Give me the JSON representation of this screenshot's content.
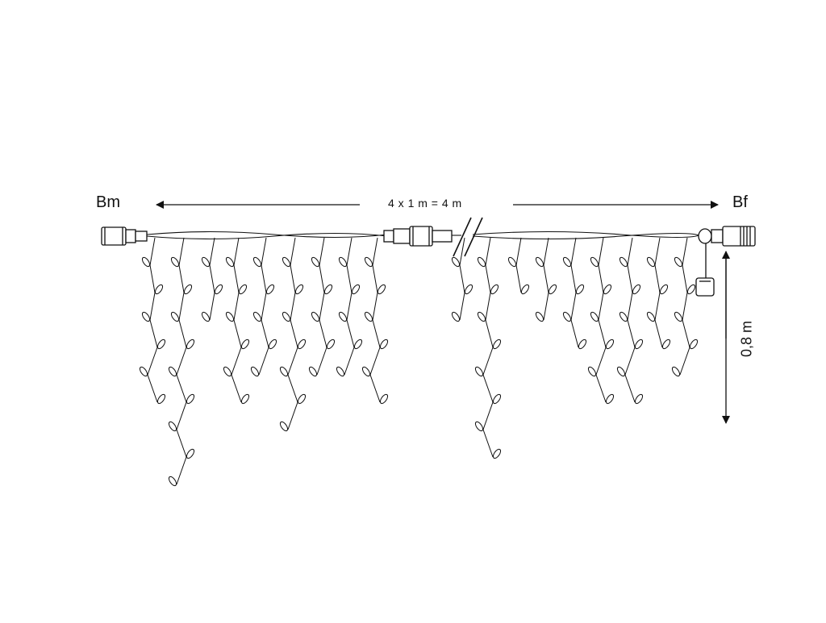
{
  "labels": {
    "left_connector": "Bm",
    "right_connector": "Bf",
    "total_length": "4 x 1 m = 4  m",
    "drop_height": "0,8 m"
  },
  "icons": [
    "arrow-left-icon",
    "arrow-right-icon",
    "arrow-vertical-icon",
    "male-connector-icon",
    "female-connector-icon",
    "inline-connector-icon",
    "break-mark-icon",
    "end-cap-icon",
    "led-bulb-icon"
  ],
  "colors": {
    "line": "#111111",
    "background": "#ffffff"
  }
}
